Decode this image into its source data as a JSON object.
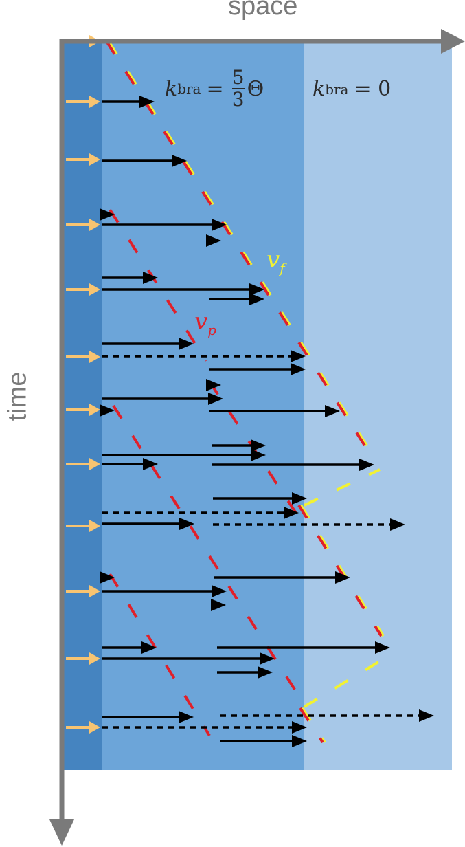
{
  "axes": {
    "x_label": "space",
    "y_label": "time"
  },
  "regions": [
    {
      "name": "boundary",
      "color": "#4584c0"
    },
    {
      "name": "branching",
      "label_var": "k",
      "label_sub": "bra",
      "label_eq": "=",
      "label_num": "5",
      "label_den": "3",
      "label_sym": "Θ",
      "color": "#6ca5d9"
    },
    {
      "name": "free",
      "label_var": "k",
      "label_sub": "bra",
      "label_eq": "= 0",
      "color": "#a7c8e8"
    }
  ],
  "velocities": {
    "front": {
      "var": "v",
      "sub": "f",
      "color": "#f2f232"
    },
    "particle": {
      "var": "v",
      "sub": "p",
      "color": "#e0202a"
    }
  },
  "colors": {
    "axis": "#7a7a7a",
    "injection_arrow": "#f8c471",
    "particle_arrow": "#000000"
  }
}
